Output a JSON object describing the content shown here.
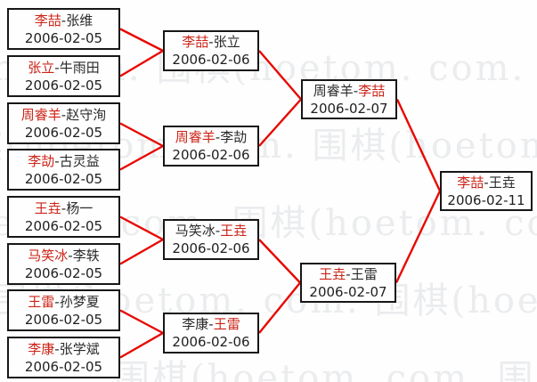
{
  "title": "Go tournament knockout bracket",
  "separator": "-",
  "colors": {
    "red_name": "#cc2418",
    "black_name": "#2a2a2a",
    "connector_line": "#e80800",
    "box_border": "#171717",
    "watermark": "#eaecee"
  },
  "watermark": {
    "text": "围棋(hoetom. com. "
  },
  "bracket": {
    "round1": [
      {
        "name1": "李喆",
        "c1": "#cc2418",
        "name2": "张维",
        "c2": "#2a2a2a",
        "date": "2006-02-05"
      },
      {
        "name1": "张立",
        "c1": "#cc2418",
        "name2": "牛雨田",
        "c2": "#2a2a2a",
        "date": "2006-02-05"
      },
      {
        "name1": "周睿羊",
        "c1": "#cc2418",
        "name2": "赵守洵",
        "c2": "#2a2a2a",
        "date": "2006-02-05"
      },
      {
        "name1": "李劼",
        "c1": "#cc2418",
        "name2": "古灵益",
        "c2": "#2a2a2a",
        "date": "2006-02-05"
      },
      {
        "name1": "王垚",
        "c1": "#cc2418",
        "name2": "杨一",
        "c2": "#2a2a2a",
        "date": "2006-02-05"
      },
      {
        "name1": "马笑冰",
        "c1": "#cc2418",
        "name2": "李轶",
        "c2": "#2a2a2a",
        "date": "2006-02-05"
      },
      {
        "name1": "王雷",
        "c1": "#cc2418",
        "name2": "孙梦夏",
        "c2": "#2a2a2a",
        "date": "2006-02-05"
      },
      {
        "name1": "李康",
        "c1": "#cc2418",
        "name2": "张学斌",
        "c2": "#2a2a2a",
        "date": "2006-02-05"
      }
    ],
    "round2": [
      {
        "name1": "李喆",
        "c1": "#cc2418",
        "name2": "张立",
        "c2": "#2a2a2a",
        "date": "2006-02-06"
      },
      {
        "name1": "周睿羊",
        "c1": "#cc2418",
        "name2": "李劼",
        "c2": "#2a2a2a",
        "date": "2006-02-06"
      },
      {
        "name1": "马笑冰",
        "c1": "#2a2a2a",
        "name2": "王垚",
        "c2": "#cc2418",
        "date": "2006-02-06"
      },
      {
        "name1": "李康",
        "c1": "#2a2a2a",
        "name2": "王雷",
        "c2": "#cc2418",
        "date": "2006-02-06"
      }
    ],
    "semifinals": [
      {
        "name1": "周睿羊",
        "c1": "#2a2a2a",
        "name2": "李喆",
        "c2": "#cc2418",
        "date": "2006-02-07"
      },
      {
        "name1": "王垚",
        "c1": "#cc2418",
        "name2": "王雷",
        "c2": "#2a2a2a",
        "date": "2006-02-07"
      }
    ],
    "final": [
      {
        "name1": "李喆",
        "c1": "#cc2418",
        "name2": "王垚",
        "c2": "#2a2a2a",
        "date": "2006-02-11"
      }
    ]
  }
}
